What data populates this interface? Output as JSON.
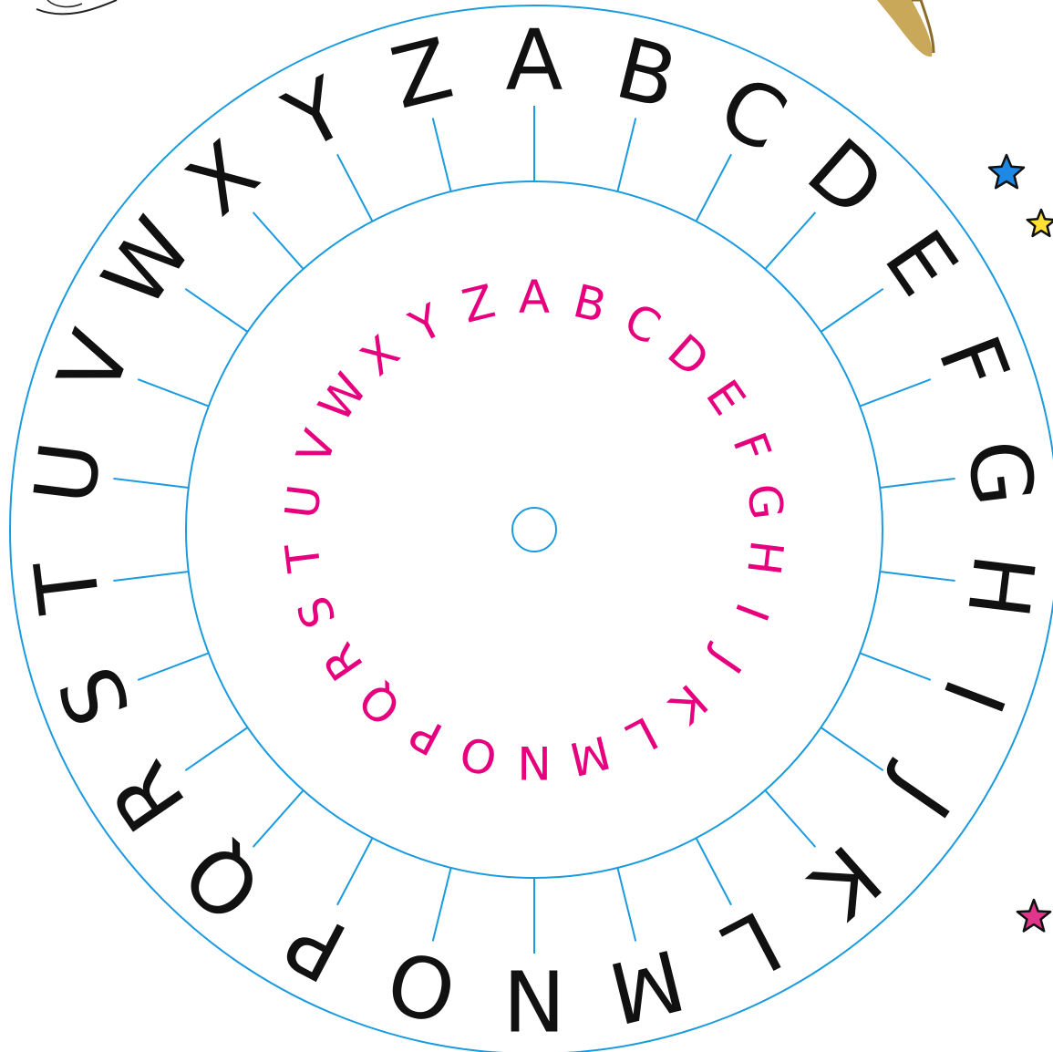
{
  "outer_ring": {
    "letters": [
      "A",
      "B",
      "C",
      "D",
      "E",
      "F",
      "G",
      "H",
      "I",
      "J",
      "K",
      "L",
      "M",
      "N",
      "O",
      "P",
      "Q",
      "R",
      "S",
      "T",
      "U",
      "V",
      "W",
      "X",
      "Y",
      "Z"
    ],
    "color": "#111111"
  },
  "inner_ring": {
    "letters": [
      "A",
      "B",
      "C",
      "D",
      "E",
      "F",
      "G",
      "H",
      "I",
      "J",
      "K",
      "L",
      "M",
      "N",
      "O",
      "P",
      "Q",
      "R",
      "S",
      "T",
      "U",
      "V",
      "W",
      "X",
      "Y",
      "Z"
    ],
    "color": "#e6007e"
  },
  "line_color": "#1a9be0",
  "decorations": {
    "stars": [
      {
        "name": "blue-star-icon",
        "color": "#1e88e5"
      },
      {
        "name": "yellow-star-icon",
        "color": "#ffe033"
      },
      {
        "name": "pink-star-icon",
        "color": "#e0358a"
      }
    ],
    "pin_color": "#c9a85a"
  }
}
